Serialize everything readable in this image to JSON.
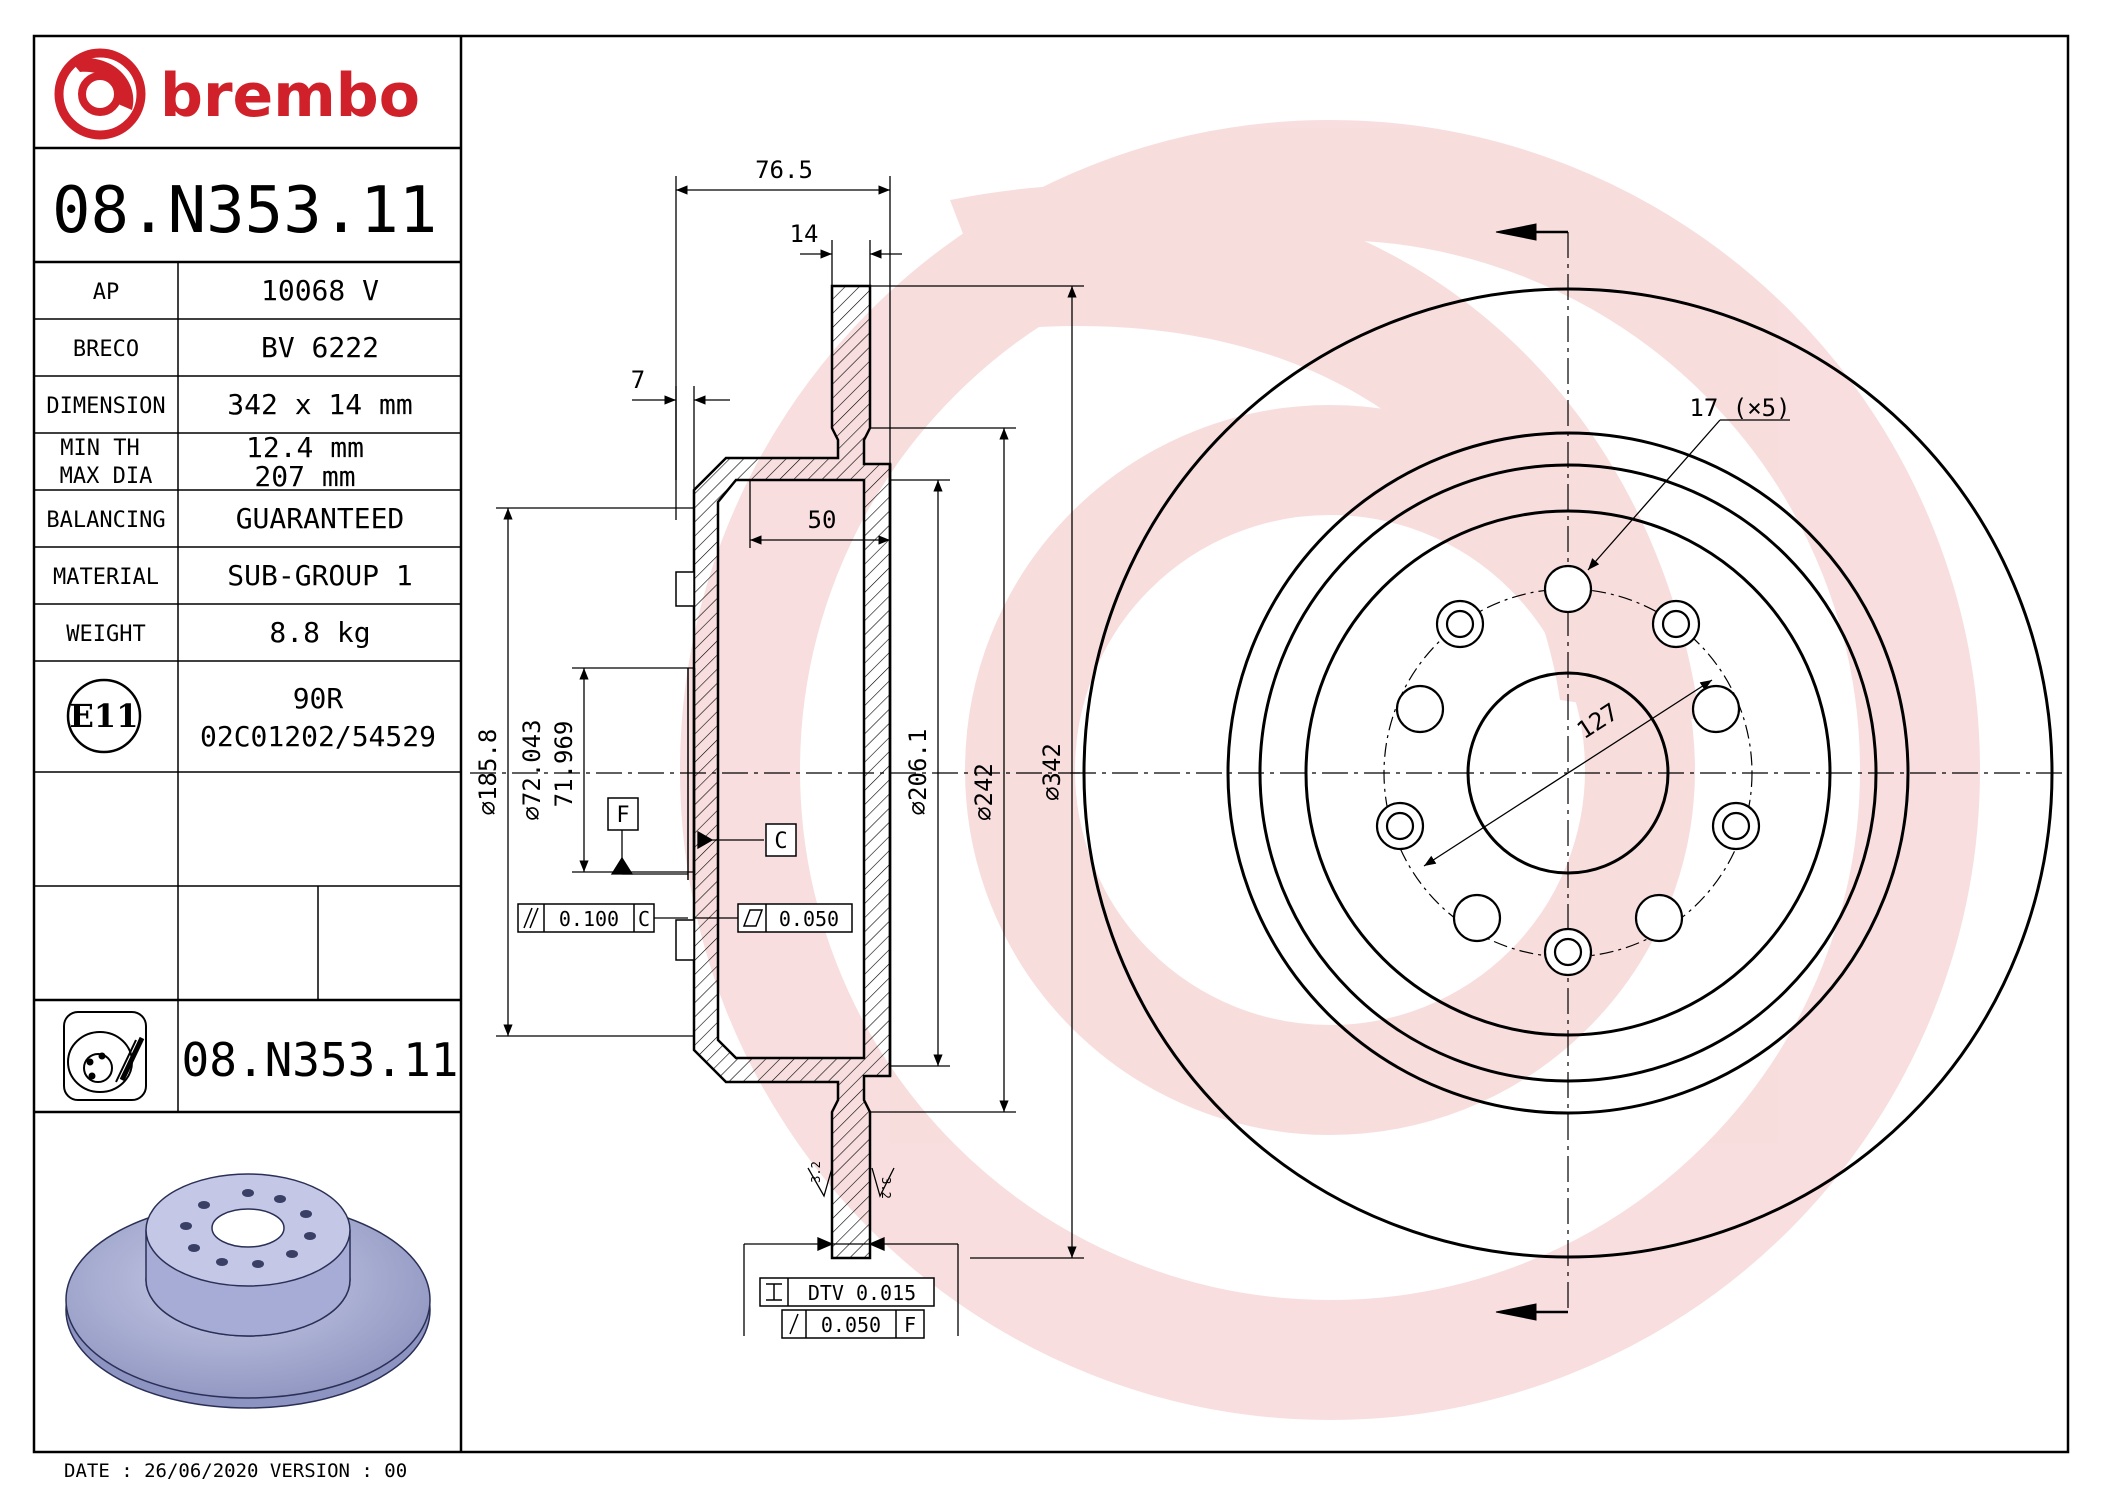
{
  "brand": {
    "name": "brembo",
    "color": "#d0202a"
  },
  "part_number": "08.N353.11",
  "spec_table": {
    "rows": [
      {
        "label": "AP",
        "value": "10068 V"
      },
      {
        "label": "BRECO",
        "value": "BV 6222"
      },
      {
        "label": "DIMENSION",
        "value": "342 x 14 mm"
      }
    ],
    "min_th": {
      "label": "MIN TH",
      "value": "12.4 mm"
    },
    "max_dia": {
      "label": "MAX DIA",
      "value": "207 mm"
    },
    "rows2": [
      {
        "label": "BALANCING",
        "value": "GUARANTEED"
      },
      {
        "label": "MATERIAL",
        "value": "SUB-GROUP 1"
      },
      {
        "label": "WEIGHT",
        "value": "8.8 kg"
      }
    ],
    "approval": {
      "mark": "E11",
      "line1": "90R",
      "line2": "02C01202/54529"
    }
  },
  "footer_part_number": "08.N353.11",
  "date_line": "DATE : 26/06/2020 VERSION : 00",
  "dimensions": {
    "overall_width": "76.5",
    "disc_thickness": "14",
    "hat_thickness": "7",
    "hat_depth": "50",
    "bolt_hole": "17 (×5)",
    "pcd": "127",
    "d_185": "185.8",
    "d_72a": "72.043",
    "d_72b": "71.969",
    "d_206": "206.1",
    "d_242": "242",
    "d_342": "342",
    "datum_f": "F",
    "datum_c": "C",
    "parallelism": "0.100",
    "parallelism_ref": "C",
    "flatness": "0.050",
    "dtv": "DTV 0.015",
    "runout": "0.050",
    "runout_ref": "F",
    "roughness": "3.2"
  },
  "colors": {
    "accent": "#d0202a",
    "watermark": "#f6d6d6",
    "disc_render": "#aab0d4"
  }
}
